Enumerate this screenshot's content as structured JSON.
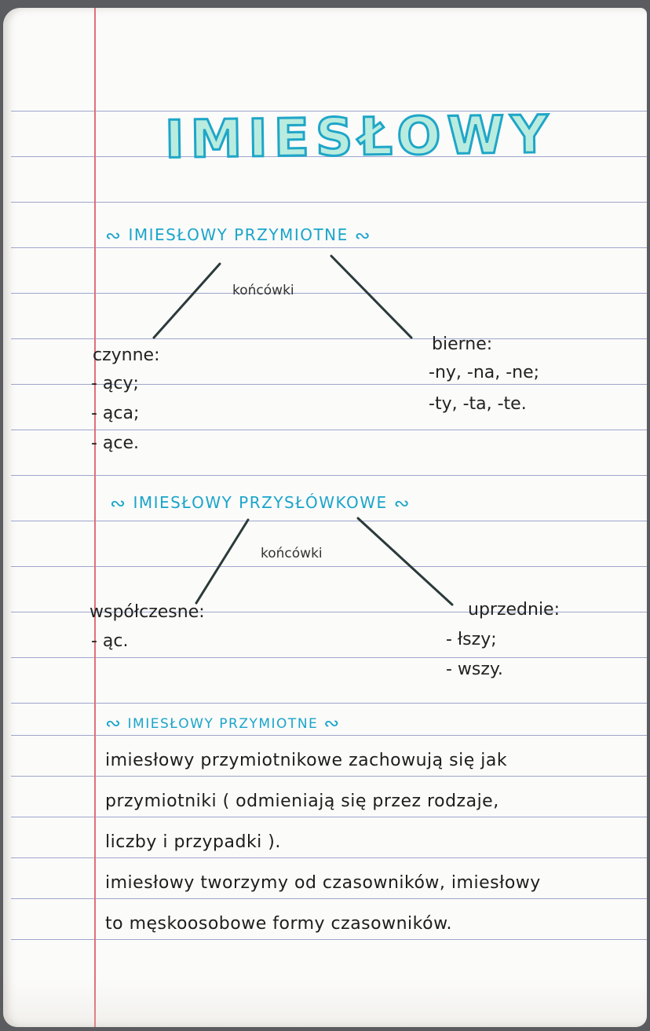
{
  "document": {
    "type": "handwritten-notebook-page",
    "title": "IMIESŁOWY",
    "colors": {
      "heading_ink": "#1aa5c9",
      "title_fill": "#b9ecdf",
      "title_outline": "#1ea6c8",
      "body_ink": "#222222",
      "rule_lines": "#8e96c2",
      "margin_line": "#e07078",
      "paper": "#fbfbfa"
    }
  },
  "section1": {
    "heading": "IMIESŁOWY PRZYMIOTNE",
    "wave_left": "∾",
    "wave_right": "∾",
    "center_label": "końcówki",
    "left": {
      "label": "czynne:",
      "items": [
        "- ący;",
        "- ąca;",
        "- ące."
      ]
    },
    "right": {
      "label": "bierne:",
      "items": [
        "-ny, -na, -ne;",
        "-ty, -ta, -te."
      ]
    }
  },
  "section2": {
    "heading": "IMIESŁOWY PRZYSŁÓWKOWE",
    "wave_left": "∾",
    "wave_right": "∾",
    "center_label": "końcówki",
    "left": {
      "label": "współczesne:",
      "items": [
        "- ąc."
      ]
    },
    "right": {
      "label": "uprzednie:",
      "items": [
        "- łszy;",
        "- wszy."
      ]
    }
  },
  "section3": {
    "heading": "IMIESŁOWY PRZYMIOTNE",
    "wave_left": "∾",
    "wave_right": "∾",
    "lines": [
      "imiesłowy przymiotnikowe zachowują się jak",
      "przymiotniki ( odmieniają się przez rodzaje,",
      "liczby  i  przypadki ).",
      "imiesłowy tworzymy od czasowników, imiesłowy",
      "to męskoosobowe formy czasowników."
    ]
  }
}
